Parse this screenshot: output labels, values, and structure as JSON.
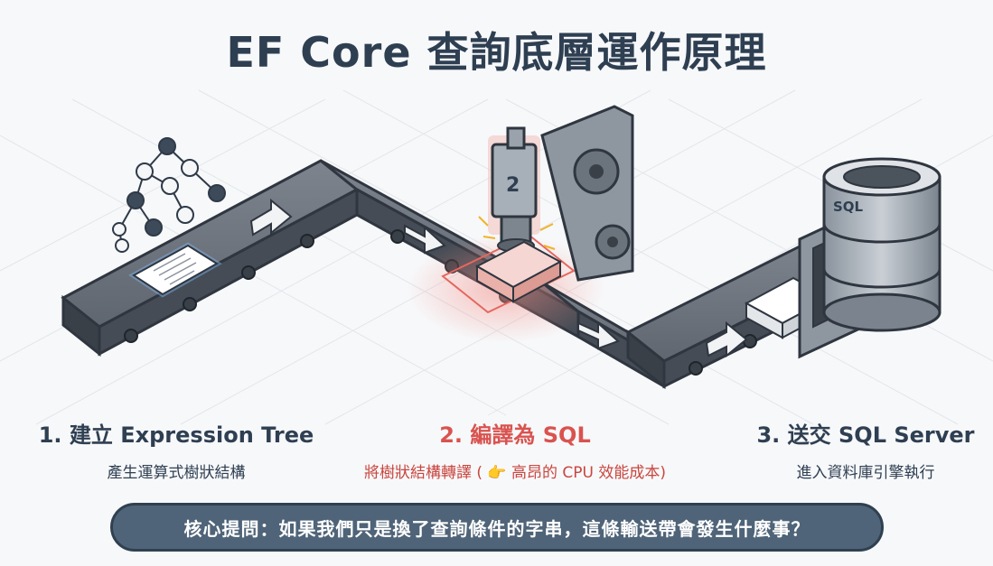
{
  "title": "EF Core 查詢底層運作原理",
  "steps": [
    {
      "title": "1. 建立 Expression Tree",
      "subtitle": "產生運算式樹狀結構"
    },
    {
      "title": "2. 編譯為 SQL",
      "subtitle": "將樹狀結構轉譯 ( 👉 高昂的 CPU 效能成本)"
    },
    {
      "title": "3. 送交 SQL Server",
      "subtitle": "進入資料庫引擎執行"
    }
  ],
  "machine_label": "2",
  "server_label": "SQL",
  "question": "核心提問：如果我們只是換了查詢條件的字串，這條輸送帶會發生什麼事？",
  "colors": {
    "primary": "#2f3f52",
    "highlight": "#d9534f",
    "banner": "#4f6478"
  }
}
